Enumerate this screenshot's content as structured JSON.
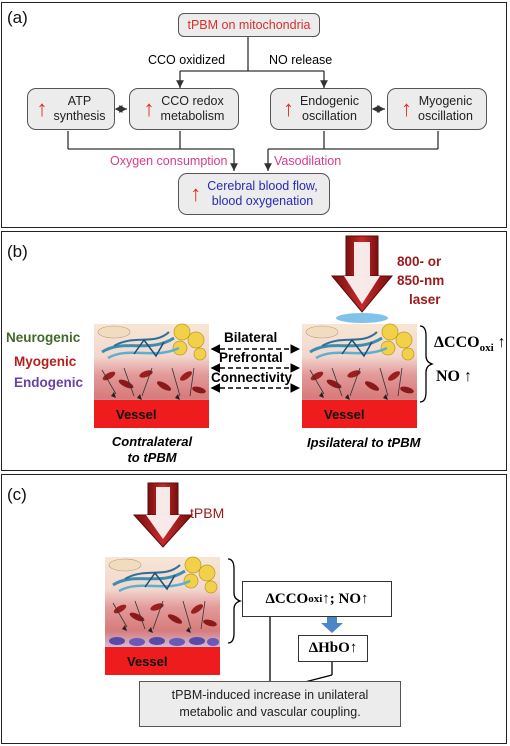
{
  "panel_a": {
    "label": "(a)",
    "top": "tPBM on mitochondria",
    "left_branch": "CCO oxidized",
    "right_branch": "NO release",
    "atp_line1": "ATP",
    "atp_line2": "synthesis",
    "cco_line1": "CCO redox",
    "cco_line2": "metabolism",
    "endo_line1": "Endogenic",
    "endo_line2": "oscillation",
    "myo_line1": "Myogenic",
    "myo_line2": "oscillation",
    "oxygen": "Oxygen consumption",
    "vaso": "Vasodilation",
    "cbf_line1": "Cerebral blood flow,",
    "cbf_line2": "blood oxygenation",
    "colors": {
      "title_red": "#d6312a",
      "pink": "#d63d8c",
      "blue": "#2a2ab5",
      "arrow_up": "#e0301e"
    }
  },
  "panel_b": {
    "label": "(b)",
    "laser_line1": "800- or",
    "laser_line2": "850-nm",
    "laser_line3": "laser",
    "neurogenic": "Neurogenic",
    "myogenic": "Myogenic",
    "endogenic": "Endogenic",
    "bilateral": "Bilateral",
    "prefrontal": "Prefrontal",
    "connectivity": "Connectivity",
    "vessel": "Vessel",
    "contra_line1": "Contralateral",
    "contra_line2": "to tPBM",
    "ipsi": "Ipsilateral to tPBM",
    "dcco": "ΔCCO",
    "dcco_sub": "oxi",
    "up_arrow": "↑",
    "no": "NO",
    "colors": {
      "neurogenic": "#3f6a2a",
      "myogenic": "#b32020",
      "endogenic": "#6a3fa6",
      "laser": "#9b1a1a"
    }
  },
  "panel_c": {
    "label": "(c)",
    "tpbm": "tPBM",
    "vessel": "Vessel",
    "dcco": "ΔCCO",
    "dcco_sub": "oxi",
    "dcco_rest": "↑; NO↑",
    "dhbo": "ΔHbO↑",
    "result_line1": "tPBM-induced increase in unilateral",
    "result_line2": "metabolic and vascular coupling."
  }
}
